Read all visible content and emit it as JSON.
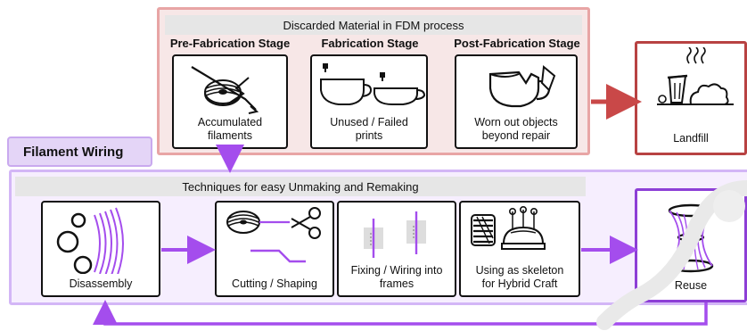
{
  "discarded": {
    "title": "Discarded Material in FDM process",
    "stages": [
      {
        "label": "Pre-Fabrication Stage",
        "caption": "Accumulated\nfilaments",
        "icon": "tangled-spool-icon"
      },
      {
        "label": "Fabrication Stage",
        "caption": "Unused / Failed\nprints",
        "icon": "failed-print-icon"
      },
      {
        "label": "Post-Fabrication Stage",
        "caption": "Worn out objects\nbeyond repair",
        "icon": "broken-cup-icon"
      }
    ]
  },
  "landfill": {
    "label": "Landfill",
    "icon": "landfill-icon"
  },
  "wiring": {
    "tag": "Filament Wiring",
    "title": "Techniques for easy Unmaking and Remaking",
    "steps": [
      {
        "caption": "Disassembly",
        "icon": "disassembly-icon"
      },
      {
        "caption": "Cutting / Shaping",
        "icon": "scissors-spool-icon"
      },
      {
        "caption": "Fixing / Wiring into\nframes",
        "icon": "wired-frame-icon"
      },
      {
        "caption": "Using as skeleton\nfor Hybrid Craft",
        "icon": "craft-skeleton-icon"
      }
    ]
  },
  "reuse": {
    "label": "Reuse",
    "icon": "hourglass-frame-icon"
  },
  "colors": {
    "red_border": "#e8a5a5",
    "red_fill": "#f7e7e7",
    "red_arrow": "#c94848",
    "purple_border": "#d3b6f6",
    "purple_fill": "#f6eefe",
    "purple_arrow": "#a44ded"
  }
}
